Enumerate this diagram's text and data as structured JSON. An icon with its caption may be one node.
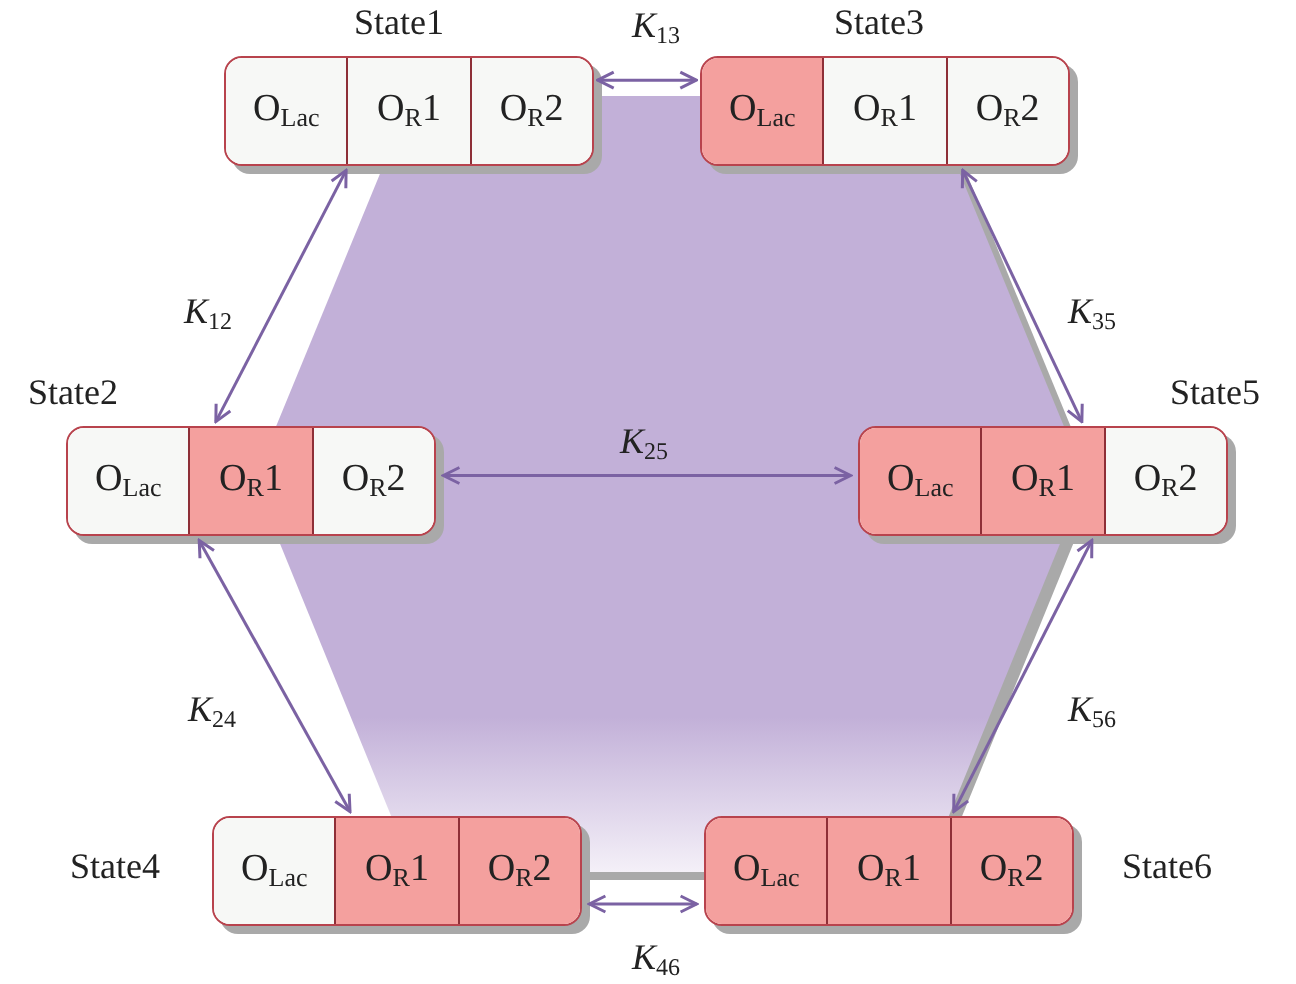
{
  "diagram": {
    "nodes": [
      {
        "text": [],
        "shape": "box",
        "beside": [
          "State1"
        ]
      },
      {
        "text": [
          "O$_{Lac}$"
        ],
        "in": 0
      },
      {
        "text": [
          "O$_{R}$1"
        ],
        "in": 0
      },
      {
        "text": [
          "O$_{R}$2"
        ],
        "in": 0
      },
      {
        "text": [],
        "shape": "box",
        "beside": [
          "State3"
        ]
      },
      {
        "text": [
          "O$_{Lac}$"
        ],
        "in": 4
      },
      {
        "text": [
          "O$_{R}$1"
        ],
        "in": 4
      },
      {
        "text": [
          "O$_{R}$2"
        ],
        "in": 4
      },
      {
        "text": [],
        "shape": "box",
        "beside": [
          "State2"
        ]
      },
      {
        "text": [
          "O$_{Lac}$"
        ],
        "in": 8
      },
      {
        "text": [
          "O$_{R}$1"
        ],
        "in": 8
      },
      {
        "text": [
          "O$_{R}$2"
        ],
        "in": 8
      },
      {
        "text": [],
        "shape": "box",
        "beside": [
          "State5"
        ]
      },
      {
        "text": [
          "O$_{Lac}$"
        ],
        "in": 12
      },
      {
        "text": [
          "O$_{R}$1"
        ],
        "in": 12
      },
      {
        "text": [
          "O$_{R}$2"
        ],
        "in": 12
      },
      {
        "text": [],
        "shape": "box",
        "beside": [
          "State4"
        ]
      },
      {
        "text": [
          "O$_{Lac}$"
        ],
        "in": 16
      },
      {
        "text": [
          "O$_{R}$1"
        ],
        "in": 16
      },
      {
        "text": [
          "O$_{R}$2"
        ],
        "in": 16
      },
      {
        "text": [],
        "shape": "box",
        "beside": [
          "State6"
        ]
      },
      {
        "text": [
          "O$_{Lac}$"
        ],
        "in": 20
      },
      {
        "text": [
          "O$_{R}$1"
        ],
        "in": 20
      },
      {
        "text": [
          "O$_{R}$2"
        ],
        "in": 20
      }
    ],
    "edges": [
      {
        "from": 0,
        "to": 4,
        "arrow": "both",
        "label": "*K*$_{13}$"
      },
      {
        "from": 0,
        "to": 8,
        "arrow": "both",
        "label": "*K*$_{12}$"
      },
      {
        "from": 4,
        "to": 12,
        "arrow": "both",
        "label": "*K*$_{35}$"
      },
      {
        "from": 8,
        "to": 12,
        "arrow": "both",
        "label": "*K*$_{25}$"
      },
      {
        "from": 8,
        "to": 16,
        "arrow": "both",
        "label": "*K*$_{24}$"
      },
      {
        "from": 12,
        "to": 20,
        "arrow": "both",
        "label": "*K*$_{56}$"
      },
      {
        "from": 16,
        "to": 20,
        "arrow": "both",
        "label": "*K*$_{46}$"
      }
    ]
  }
}
